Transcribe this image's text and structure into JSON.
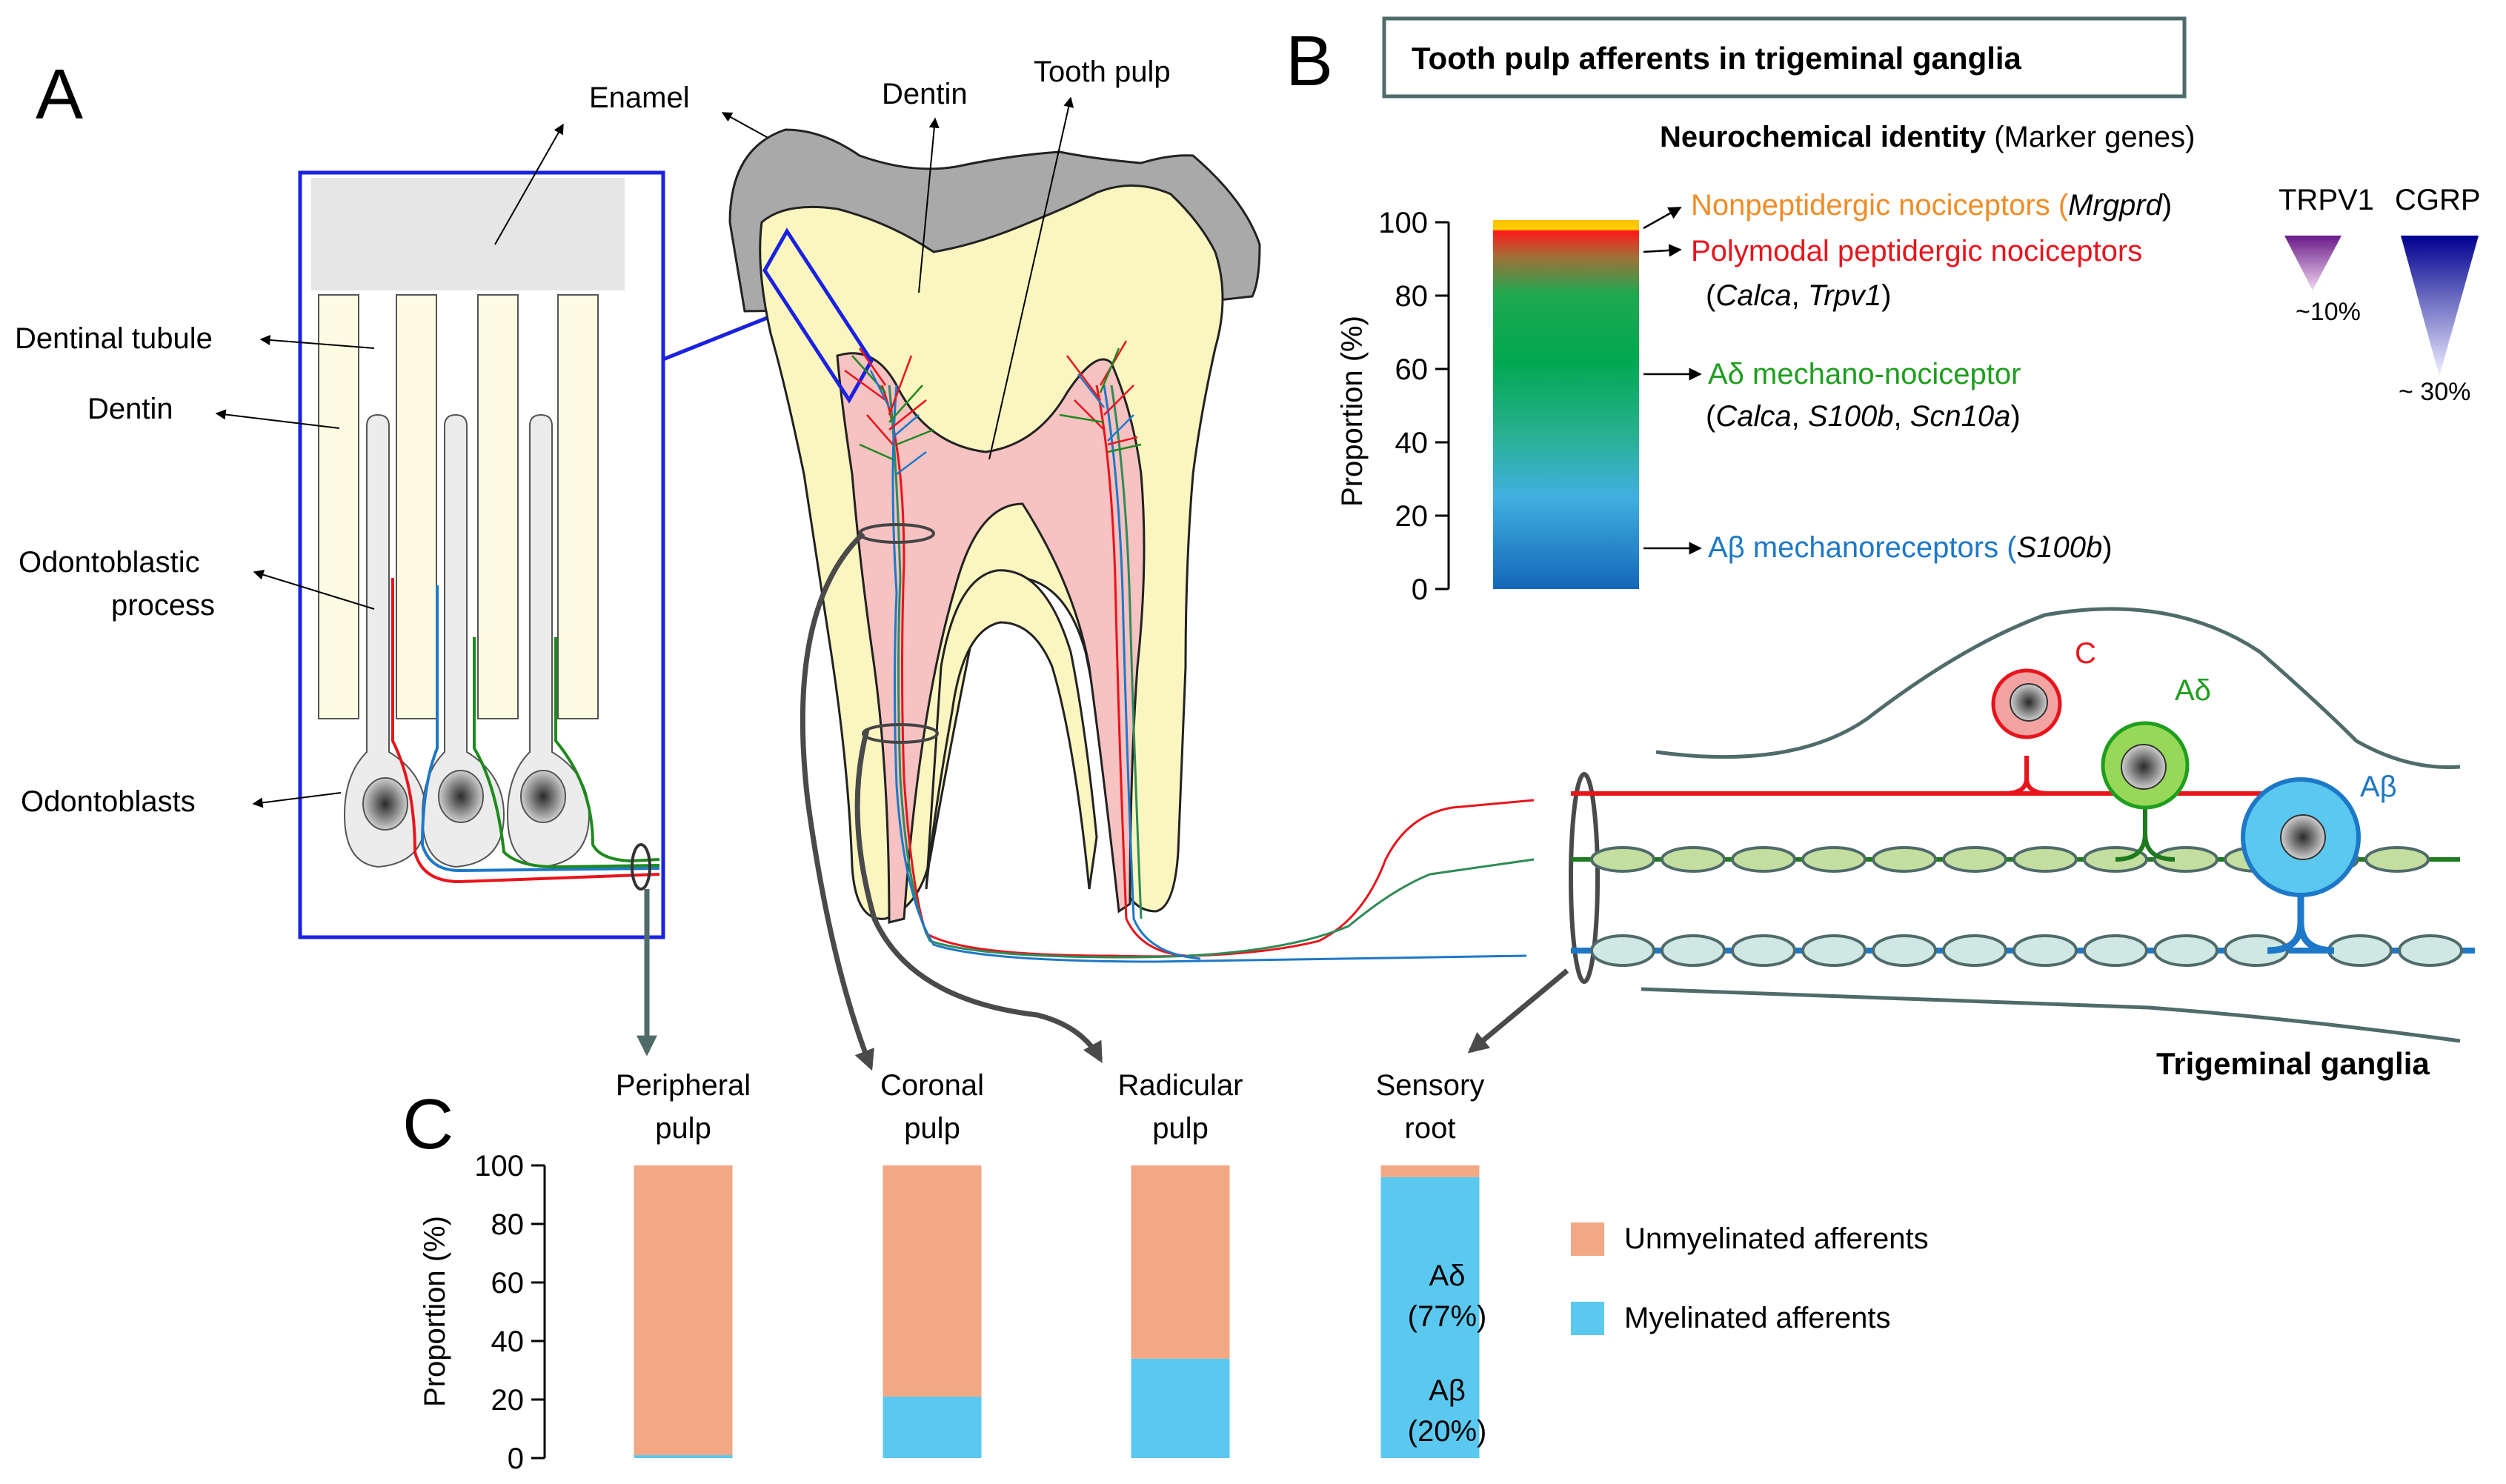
{
  "panels": {
    "a": "A",
    "b": "B",
    "c": "C"
  },
  "panel_a": {
    "enamel": "Enamel",
    "dentinal_tubule": "Dentinal tubule",
    "dentin_left": "Dentin",
    "odontoblastic_process_1": "Odontoblastic",
    "odontoblastic_process_2": "process",
    "odontoblasts": "Odontoblasts",
    "dentin_tooth": "Dentin",
    "tooth_pulp": "Tooth pulp",
    "trigeminal_ganglia": "Trigeminal ganglia",
    "neuron_c": "C",
    "neuron_ad": "Aδ",
    "neuron_ab": "Aβ"
  },
  "panel_b": {
    "title": "Tooth pulp afferents in trigeminal ganglia",
    "header_bold": "Neurochemical identity",
    "header_rest": " (Marker genes)",
    "ylabel": "Proportion (%)",
    "yticks": [
      "0",
      "20",
      "40",
      "60",
      "80",
      "100"
    ],
    "types": {
      "nonpeptidergic": {
        "name": "Nonpeptidergic nociceptors (",
        "gene": "Mrgprd",
        "close": ")",
        "color": "#f08c28"
      },
      "polymodal": {
        "name": "Polymodal peptidergic nociceptors",
        "genes_open": "(",
        "gene1": "Calca",
        "sep": ", ",
        "gene2": "Trpv1",
        "close": ")",
        "color": "#e8141c"
      },
      "ad": {
        "name": "Aδ mechano-nociceptor",
        "genes_open": "(",
        "gene1": "Calca",
        "sep1": ", ",
        "gene2": "S100b",
        "sep2": ", ",
        "gene3": "Scn10a",
        "close": ")",
        "color": "#1e9e1e"
      },
      "ab": {
        "name": "Aβ mechanoreceptors (",
        "gene": "S100b",
        "close": ")",
        "color": "#1e78c8"
      }
    },
    "trpv1_label": "TRPV1",
    "trpv1_value": "~10%",
    "cgrp_label": "CGRP",
    "cgrp_value": "~ 30%"
  },
  "panel_c": {
    "ylabel": "Proportion (%)",
    "yticks": [
      "0",
      "20",
      "40",
      "60",
      "80",
      "100"
    ],
    "legend_unmyelinated": "Unmyelinated afferents",
    "legend_myelinated": "Myelinated afferents",
    "sensory_ad_1": "Aδ",
    "sensory_ad_2": "(77%)",
    "sensory_ab_1": "Aβ",
    "sensory_ab_2": "(20%)",
    "colors": {
      "unmyelinated": "#f2a885",
      "myelinated": "#5bc8f0"
    }
  },
  "chart_data": {
    "type": "bar",
    "categories": [
      "Peripheral pulp",
      "Coronal pulp",
      "Radicular pulp",
      "Sensory root"
    ],
    "category_lines": [
      [
        "Peripheral",
        "pulp"
      ],
      [
        "Coronal",
        "pulp"
      ],
      [
        "Radicular",
        "pulp"
      ],
      [
        "Sensory",
        "root"
      ]
    ],
    "series": [
      {
        "name": "Myelinated afferents",
        "values": [
          1,
          21,
          34,
          96
        ]
      },
      {
        "name": "Unmyelinated afferents",
        "values": [
          99,
          79,
          66,
          4
        ]
      }
    ],
    "stacked": true,
    "ylabel": "Proportion (%)",
    "ylim": [
      0,
      100
    ],
    "legend": "right"
  }
}
